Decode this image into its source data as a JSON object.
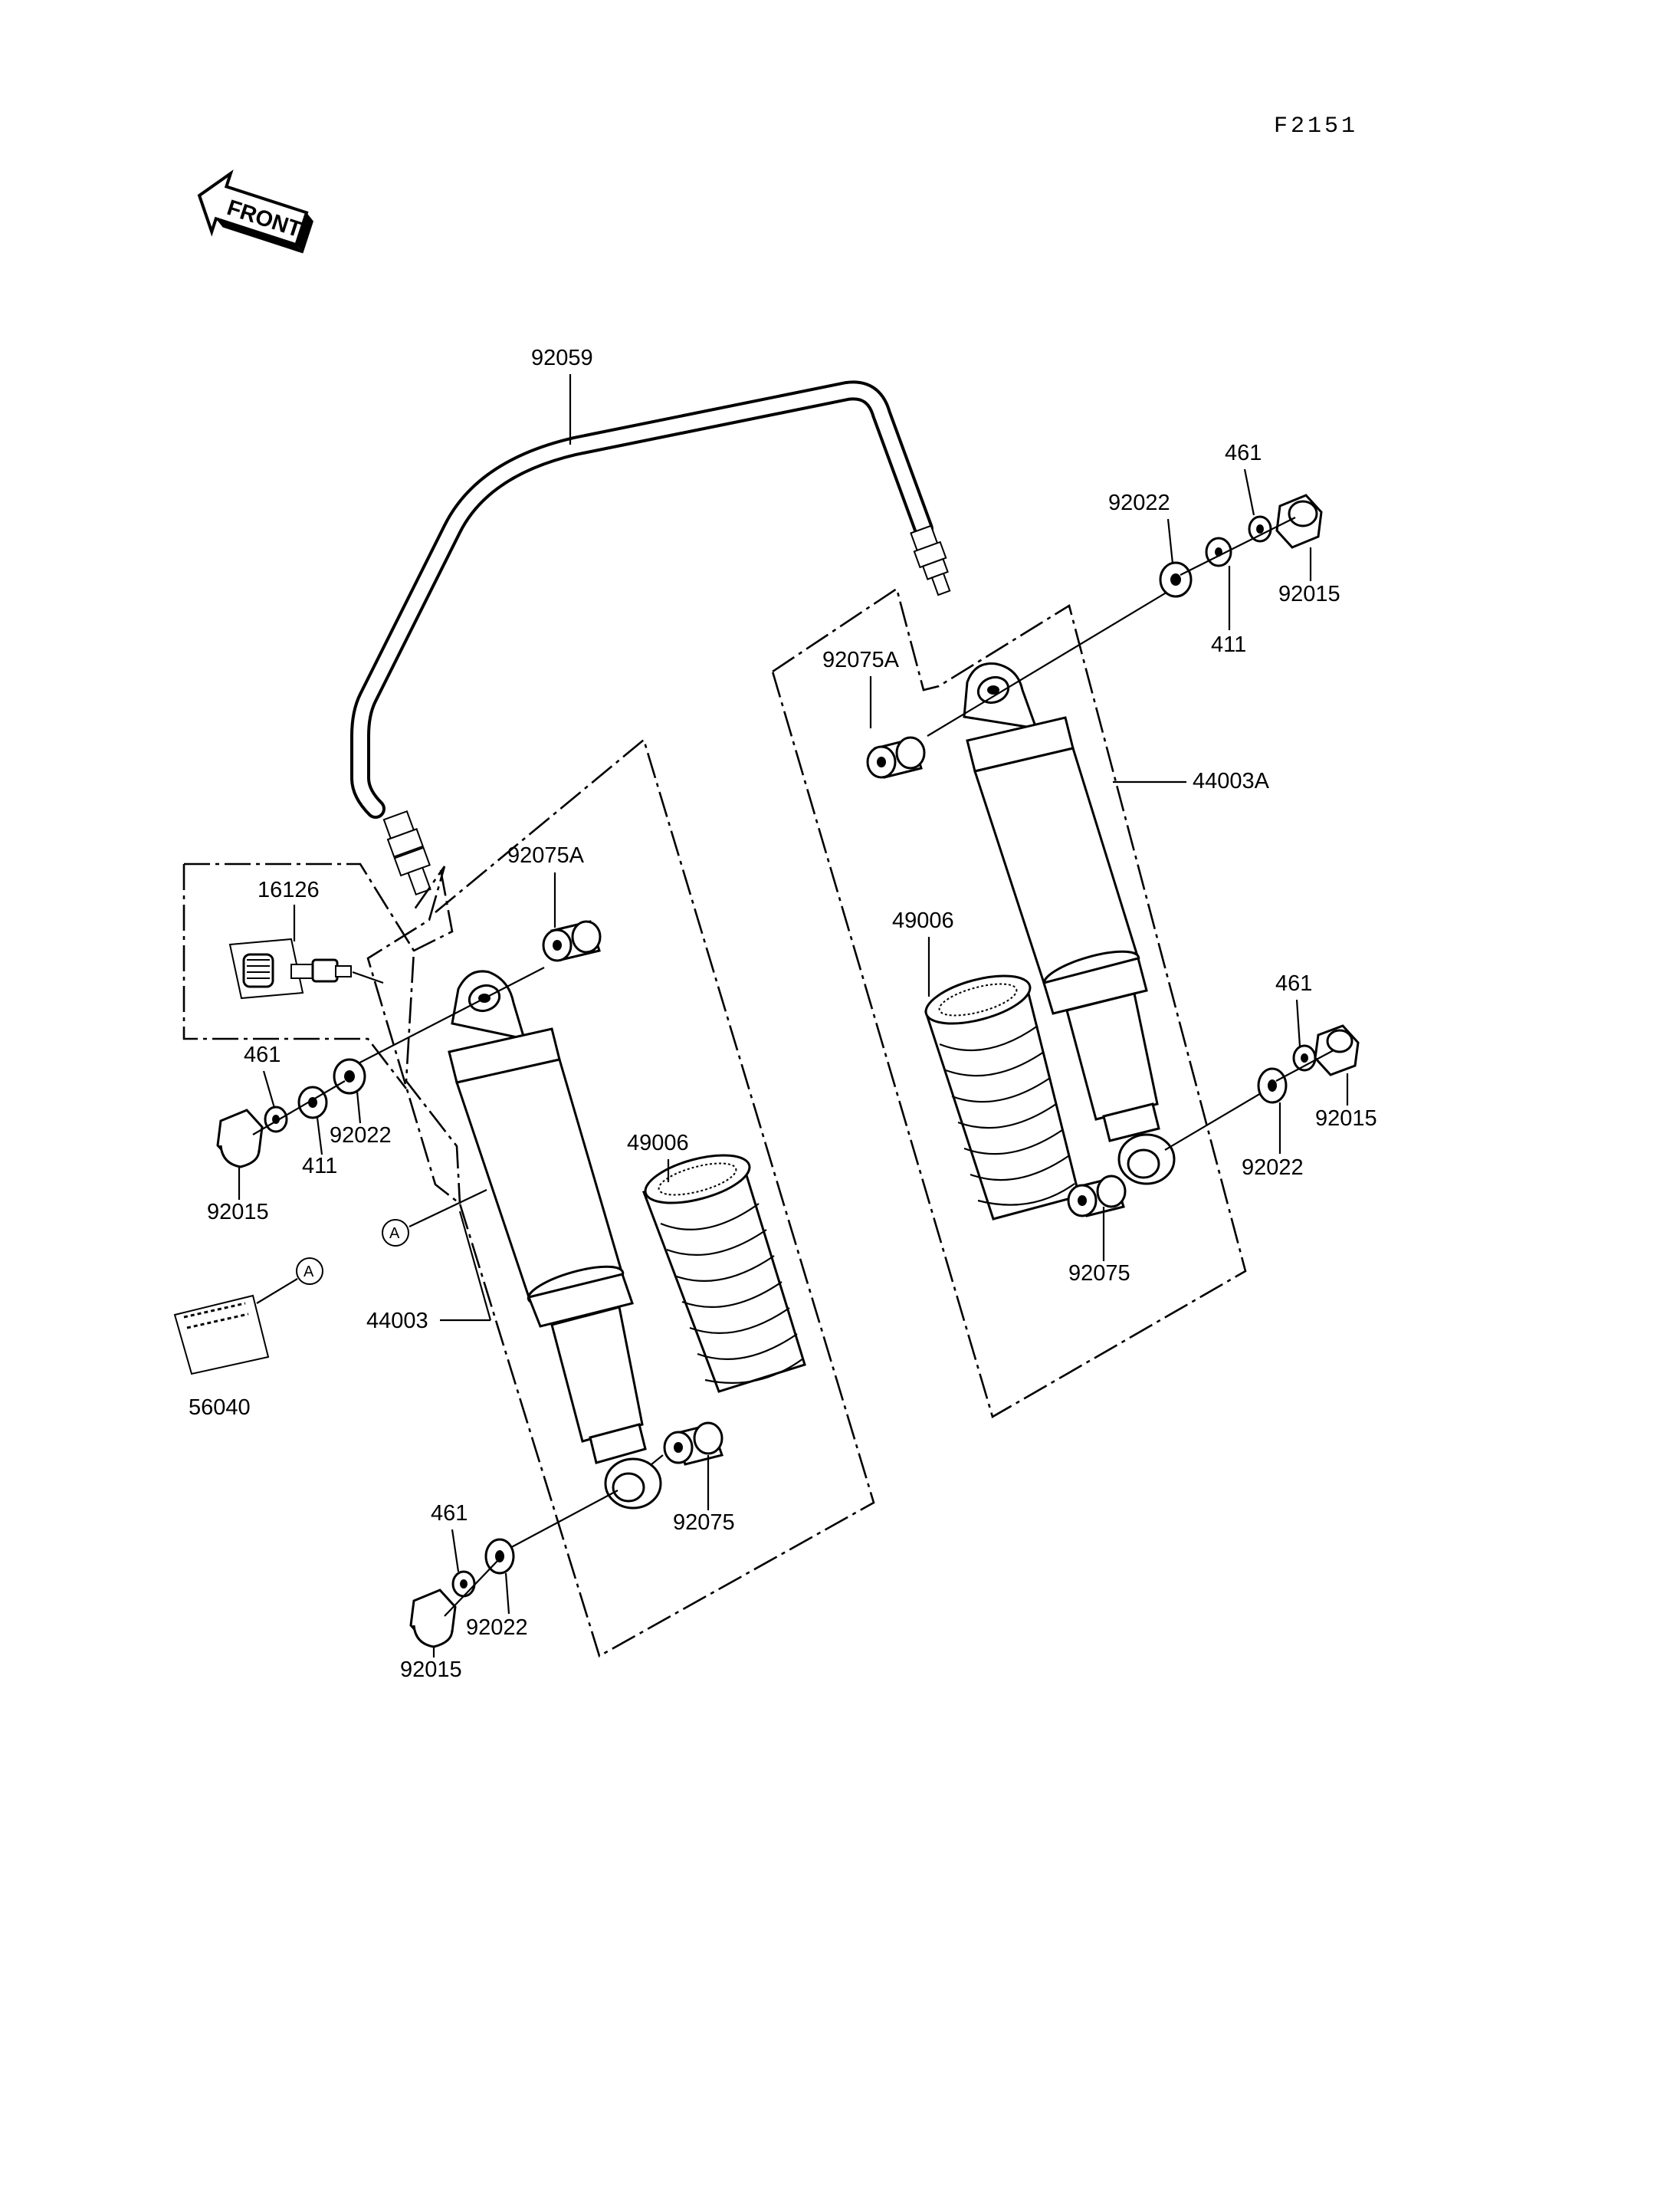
{
  "figure_code": "F2151",
  "front_indicator": "FRONT",
  "reference_marker": "A",
  "labels": {
    "hose": "92059",
    "left_collar_top": "92075A",
    "left_valve": "16126",
    "left_spring": "49006",
    "left_upper_lockwasher": "461",
    "left_upper_washer_big": "92022",
    "left_upper_washer_small": "411",
    "left_upper_nut": "92015",
    "left_shock": "44003",
    "left_label_decal": "56040",
    "left_collar_bottom": "92075",
    "left_lower_lockwasher": "461",
    "left_lower_washer": "92022",
    "left_lower_nut": "92015",
    "right_lockwasher_top": "461",
    "right_washer_top": "92022",
    "right_washer_small_top": "411",
    "right_nut_top": "92015",
    "right_collar_top": "92075A",
    "right_shock": "44003A",
    "right_spring": "49006",
    "right_lockwasher_bottom": "461",
    "right_nut_bottom": "92015",
    "right_washer_bottom": "92022",
    "right_collar_bottom": "92075"
  }
}
